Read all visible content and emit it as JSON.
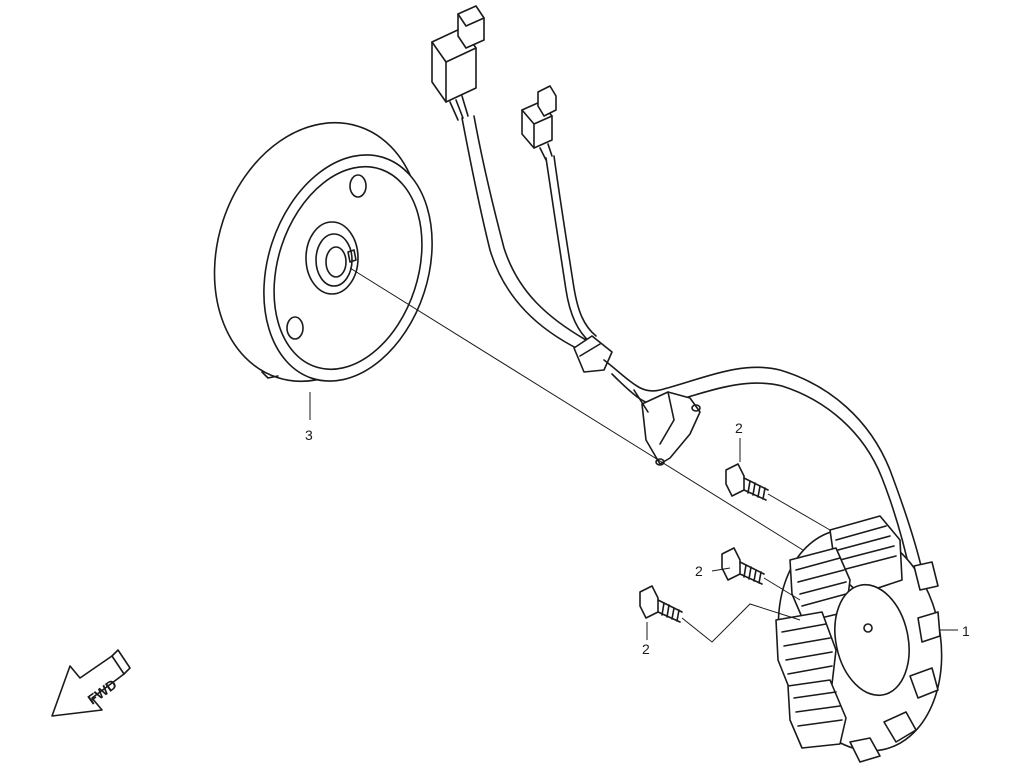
{
  "callouts": {
    "part_1": "1",
    "part_2_a": "2",
    "part_2_b": "2",
    "part_2_c": "2",
    "part_3": "3"
  },
  "direction_label": "FWD",
  "colors": {
    "line": "#1a1a1a",
    "background": "#ffffff"
  }
}
